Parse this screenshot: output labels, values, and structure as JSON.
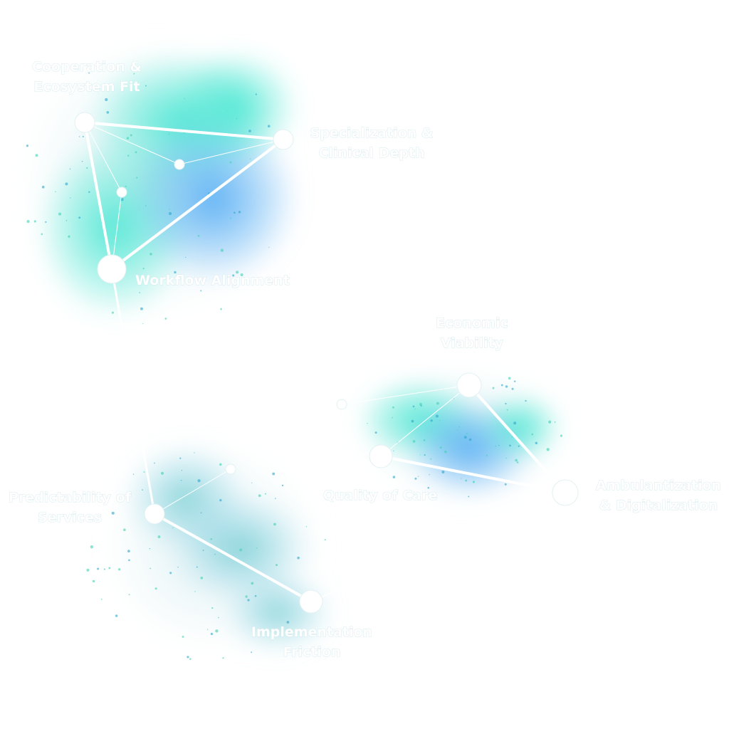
{
  "diagram": {
    "labels": {
      "cooperation": [
        "Cooperation &",
        "Ecosystem Fit"
      ],
      "specialization": [
        "Specialization &",
        "Clinical Depth"
      ],
      "workflow": [
        "Workflow Alignment"
      ],
      "economic": [
        "Economic",
        "Viability"
      ],
      "ambulantization": [
        "Ambulantization",
        "& Digitalization"
      ],
      "quality": [
        "Quality of Care"
      ],
      "predictability": [
        "Predictability of",
        "Services"
      ],
      "implementation": [
        "Implementation",
        "Friction"
      ]
    },
    "colors": {
      "cyan": "#3fe6d0",
      "blue": "#4aa8f5",
      "teal": "#5cc6c9",
      "node": "#ffffff"
    }
  }
}
